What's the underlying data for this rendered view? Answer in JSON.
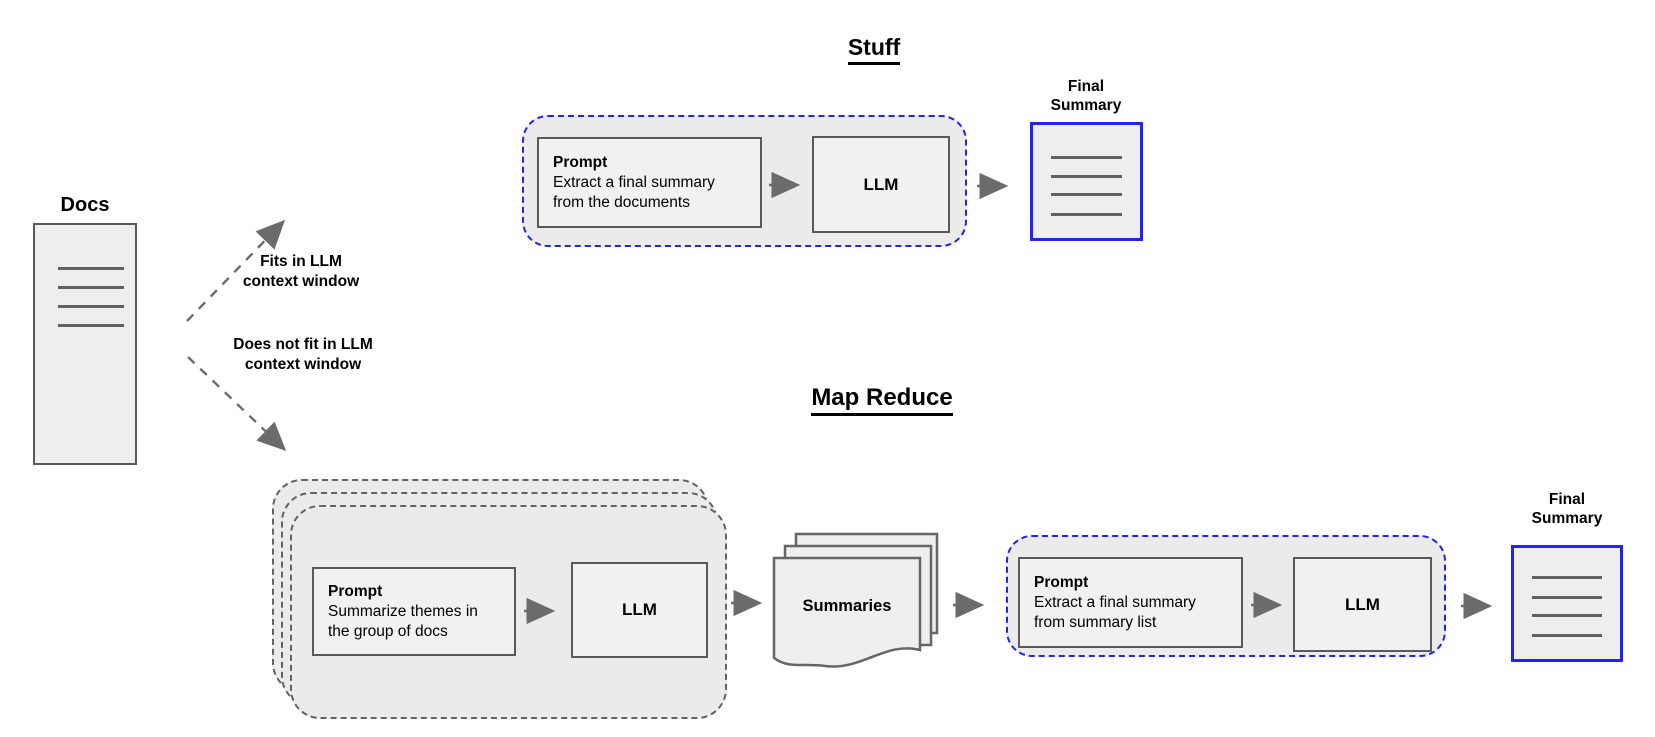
{
  "docs": {
    "label": "Docs"
  },
  "branch_labels": {
    "fits_line1": "Fits in LLM",
    "fits_line2": "context window",
    "nofit_line1": "Does not fit in LLM",
    "nofit_line2": "context window"
  },
  "stuff": {
    "title": "Stuff",
    "prompt_title": "Prompt",
    "prompt_line1": "Extract a final summary",
    "prompt_line2": "from the documents",
    "llm_label": "LLM",
    "final_label_line1": "Final",
    "final_label_line2": "Summary"
  },
  "map_reduce": {
    "title": "Map Reduce",
    "map_prompt_title": "Prompt",
    "map_prompt_line1": "Summarize themes in",
    "map_prompt_line2": "the group of docs",
    "map_llm_label": "LLM",
    "summaries_label": "Summaries",
    "reduce_prompt_title": "Prompt",
    "reduce_prompt_line1": "Extract a final summary",
    "reduce_prompt_line2": "from summary list",
    "reduce_llm_label": "LLM",
    "final_label_line1": "Final",
    "final_label_line2": "Summary"
  },
  "colors": {
    "accent_blue": "#2323ee",
    "box_border_gray": "#595959",
    "container_fill": "#ebebeb",
    "box_fill": "#f1f1f1",
    "doc_line_gray": "#616161",
    "arrow_gray": "#6b6b6b"
  }
}
